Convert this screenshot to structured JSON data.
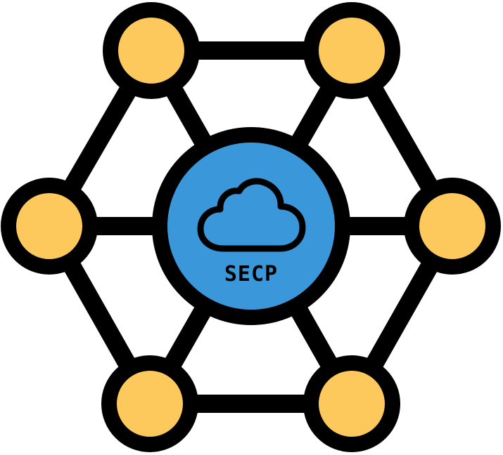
{
  "diagram": {
    "hub": {
      "icon": "cloud-icon",
      "label": "SECP",
      "fill": "#3a97d9"
    },
    "nodes": [
      {
        "id": "top-left"
      },
      {
        "id": "top-right"
      },
      {
        "id": "middle-left"
      },
      {
        "id": "middle-right"
      },
      {
        "id": "bottom-left"
      },
      {
        "id": "bottom-right"
      }
    ],
    "node_fill": "#fdc85c",
    "stroke_color": "#000000"
  }
}
